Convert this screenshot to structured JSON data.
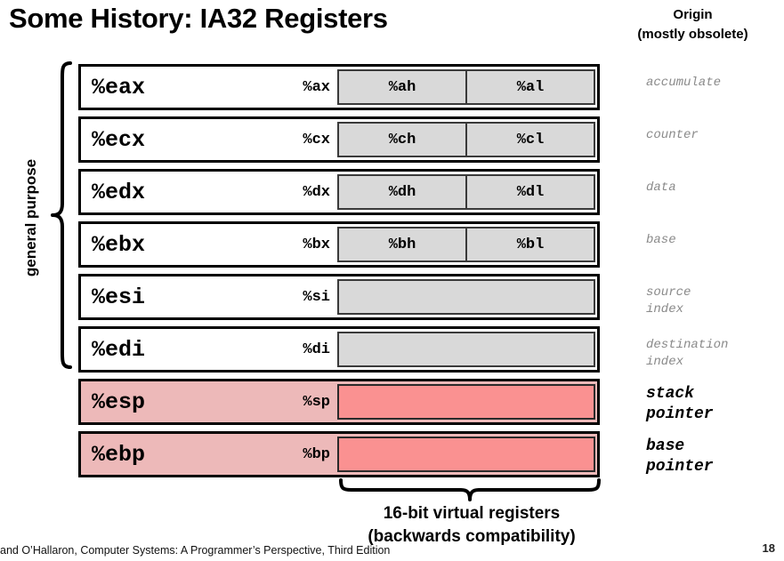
{
  "slide": {
    "title": "Some History: IA32 Registers",
    "page_number": "18",
    "footer": "and O’Hallaron, Computer Systems: A Programmer’s Perspective, Third Edition"
  },
  "origin_header": {
    "line1": "Origin",
    "line2": "(mostly obsolete)"
  },
  "group_label": "general purpose",
  "bottom_caption": {
    "line1": "16-bit virtual registers",
    "line2": "(backwards compatibility)"
  },
  "colors": {
    "gray_box": "#D9D9D9",
    "red_box": "#FA9191",
    "pink_row": "#EDB9B9",
    "border": "#000000",
    "origin_gray": "#8a8a8a"
  },
  "registers": [
    {
      "name": "%eax",
      "short": "%ax",
      "high": "%ah",
      "low": "%al",
      "split": true,
      "highlight": false,
      "origin": "accumulate",
      "origin_strong": false
    },
    {
      "name": "%ecx",
      "short": "%cx",
      "high": "%ch",
      "low": "%cl",
      "split": true,
      "highlight": false,
      "origin": "counter",
      "origin_strong": false
    },
    {
      "name": "%edx",
      "short": "%dx",
      "high": "%dh",
      "low": "%dl",
      "split": true,
      "highlight": false,
      "origin": "data",
      "origin_strong": false
    },
    {
      "name": "%ebx",
      "short": "%bx",
      "high": "%bh",
      "low": "%bl",
      "split": true,
      "highlight": false,
      "origin": "base",
      "origin_strong": false
    },
    {
      "name": "%esi",
      "short": "%si",
      "high": "",
      "low": "",
      "split": false,
      "highlight": false,
      "origin": "source\nindex",
      "origin_strong": false
    },
    {
      "name": "%edi",
      "short": "%di",
      "high": "",
      "low": "",
      "split": false,
      "highlight": false,
      "origin": "destination\nindex",
      "origin_strong": false
    },
    {
      "name": "%esp",
      "short": "%sp",
      "high": "",
      "low": "",
      "split": false,
      "highlight": true,
      "origin": "stack\npointer",
      "origin_strong": true
    },
    {
      "name": "%ebp",
      "short": "%bp",
      "high": "",
      "low": "",
      "split": false,
      "highlight": true,
      "origin": "base\npointer",
      "origin_strong": true
    }
  ]
}
